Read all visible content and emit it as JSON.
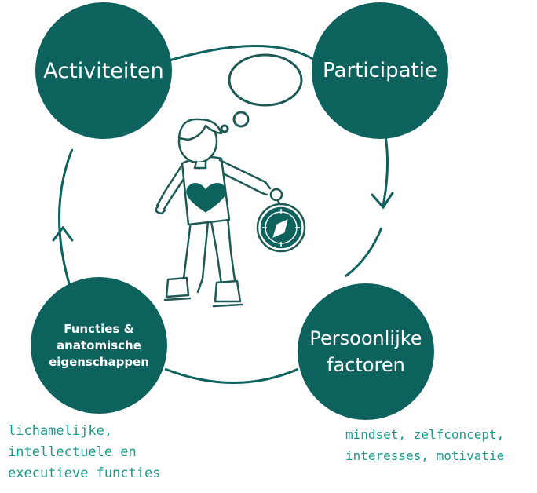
{
  "colors": {
    "node": "#0d625e",
    "ring": "#0d625e",
    "caption": "#1a9a8c",
    "line": "#1e5956"
  },
  "nodes": {
    "activiteiten": "Activiteiten",
    "participatie": "Participatie",
    "functies": "Functies &\nanatomische\neigenschappen",
    "persoonlijk": "Persoonlijke\nfactoren"
  },
  "captions": {
    "left": "lichamelijke,\nintellectuele en\nexecutieve functies",
    "right": "mindset, zelfconcept,\ninteresses, motivatie"
  },
  "icons": [
    "child-figure-icon",
    "heart-icon",
    "compass-icon",
    "thought-bubble-icon"
  ]
}
